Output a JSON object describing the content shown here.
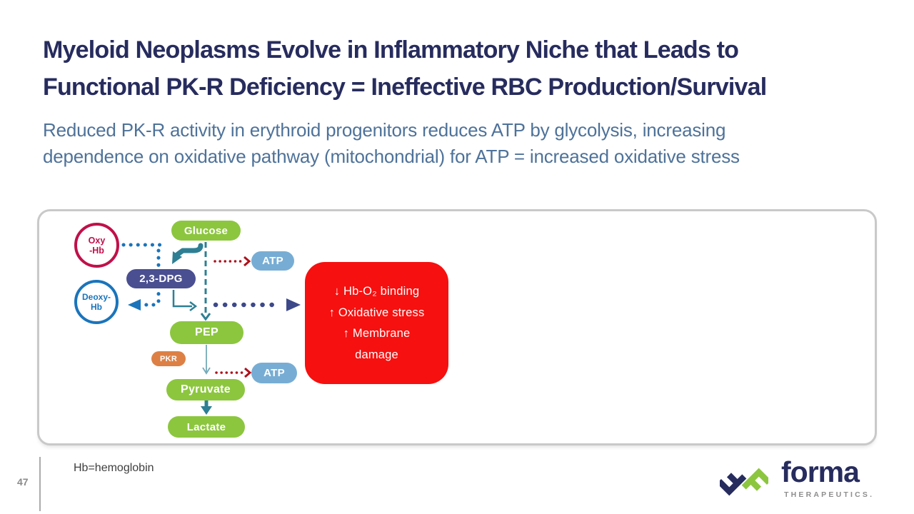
{
  "header": {
    "title_line1": "Myeloid Neoplasms Evolve in Inflammatory Niche that Leads to",
    "title_line2": "Functional PK-R Deficiency = Ineffective RBC Production/Survival",
    "subtitle_line1": "Reduced PK-R activity in erythroid progenitors reduces ATP by glycolysis, increasing",
    "subtitle_line2": "dependence on oxidative pathway (mitochondrial) for ATP = increased oxidative stress"
  },
  "diagram": {
    "oxy_hb_line1": "Oxy",
    "oxy_hb_line2": "-Hb",
    "deoxy_hb_line1": "Deoxy-",
    "deoxy_hb_line2": "Hb",
    "glucose": "Glucose",
    "dpg": "2,3-DPG",
    "atp_upper": "ATP",
    "atp_lower": "ATP",
    "pep": "PEP",
    "pkr": "PKR",
    "pyruvate": "Pyruvate",
    "lactate": "Lactate",
    "outcome_line1": "↓ Hb-O₂ binding",
    "outcome_line2": "↑ Oxidative stress",
    "outcome_line3": "↑ Membrane",
    "outcome_line4": "damage"
  },
  "footer": {
    "page_number": "47",
    "footnote": "Hb=hemoglobin",
    "logo_text": "forma",
    "logo_subtext": "THERAPEUTICS."
  },
  "colors": {
    "title_navy": "#272c5e",
    "subtitle_blue": "#4e7299",
    "glycolysis_green": "#8cc63f",
    "atp_blue": "#77add4",
    "dpg_indigo": "#4a4f91",
    "pkr_orange": "#dd8045",
    "outcome_red": "#f6100f",
    "oxy_crimson": "#c0104a",
    "deoxy_blue": "#1a74bb",
    "teal_arrow": "#2e7f93",
    "red_arrow": "#ae111c",
    "navy_dots": "#3d488a",
    "frame_border": "#c9c9c9"
  }
}
